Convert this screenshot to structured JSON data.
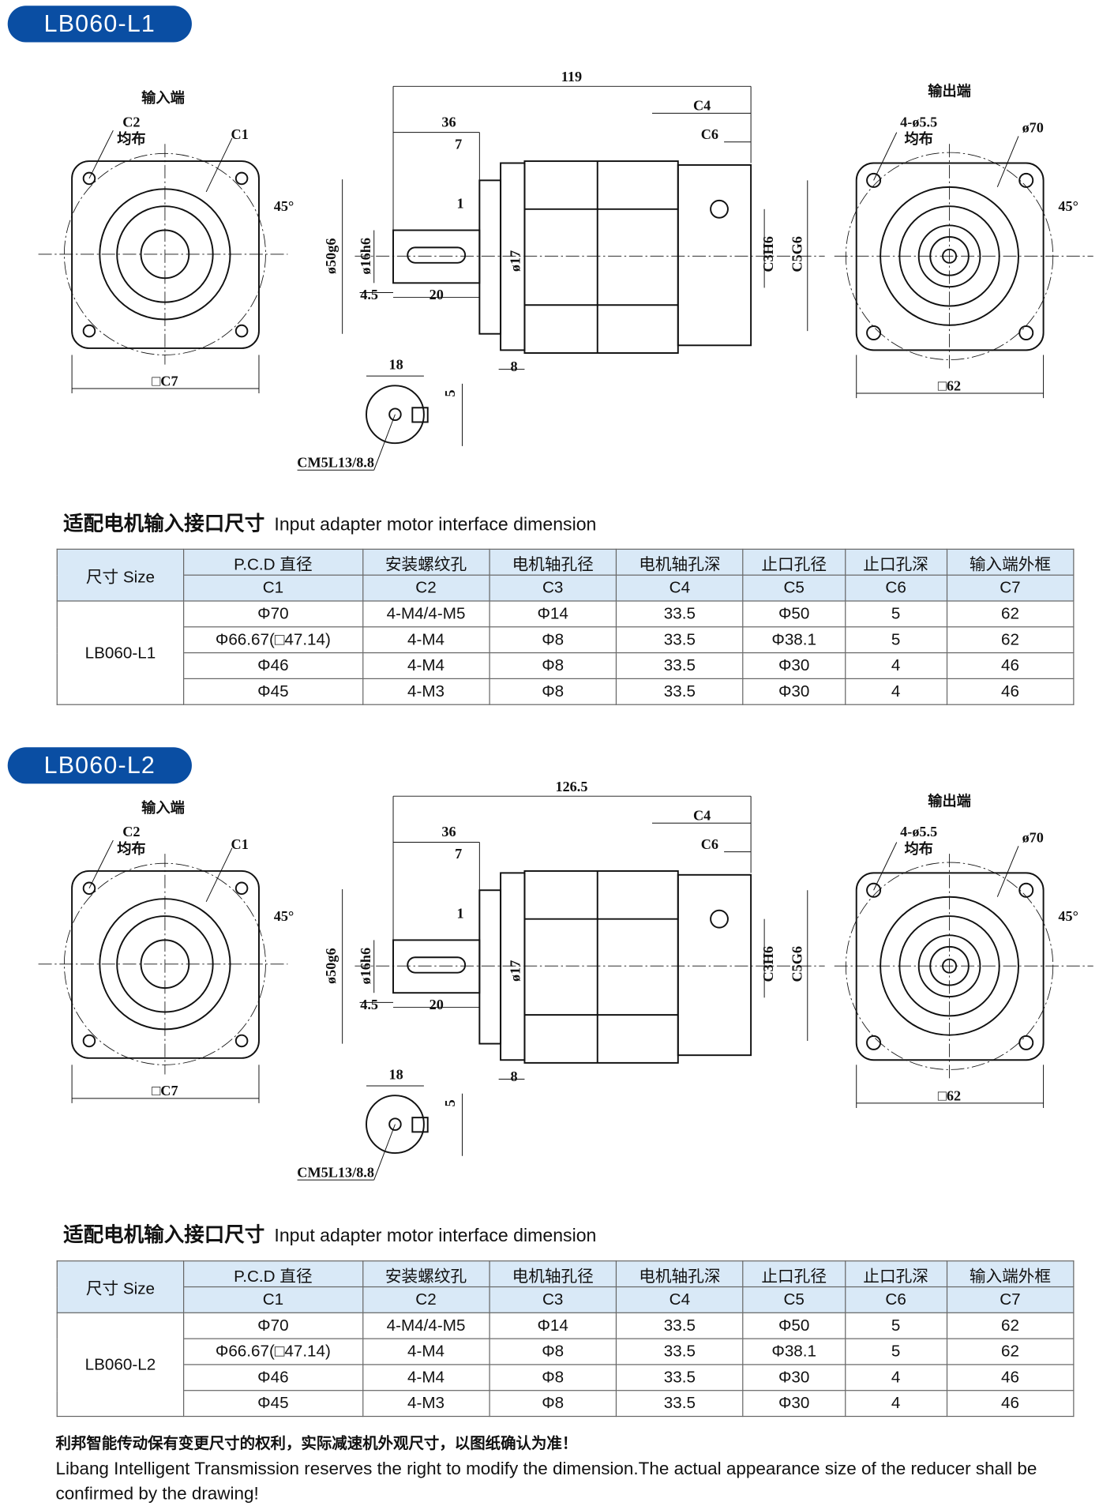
{
  "sections": [
    {
      "model": "LB060-L1",
      "drawing": {
        "input_end": "输入端",
        "output_end": "输出端",
        "c2": "C2",
        "uniform": "均布",
        "c1": "C1",
        "angle": "45°",
        "square_c7": "□C7",
        "total_length": "119",
        "d36": "36",
        "d7": "7",
        "c4": "C4",
        "c6": "C6",
        "d1": "1",
        "phi50": "ø50g6",
        "phi16": "ø16h6",
        "phi17": "ø17",
        "c3h6": "C3H6",
        "c5g6": "C5G6",
        "d4_5": "4.5",
        "d20": "20",
        "d8": "8",
        "d18": "18",
        "d5": "5",
        "thread": "CM5L13/8.8",
        "holes": "4-ø5.5",
        "phi70": "ø70",
        "square62": "□62"
      },
      "title_cn": "适配电机输入接口尺寸",
      "title_en": "Input adapter motor interface dimension",
      "table": {
        "size_label": "尺寸 Size",
        "headers_cn": [
          "P.C.D 直径",
          "安装螺纹孔",
          "电机轴孔径",
          "电机轴孔深",
          "止口孔径",
          "止口孔深",
          "输入端外框"
        ],
        "headers_code": [
          "C1",
          "C2",
          "C3",
          "C4",
          "C5",
          "C6",
          "C7"
        ],
        "rows": [
          [
            "Φ70",
            "4-M4/4-M5",
            "Φ14",
            "33.5",
            "Φ50",
            "5",
            "62"
          ],
          [
            "Φ66.67(□47.14)",
            "4-M4",
            "Φ8",
            "33.5",
            "Φ38.1",
            "5",
            "62"
          ],
          [
            "Φ46",
            "4-M4",
            "Φ8",
            "33.5",
            "Φ30",
            "4",
            "46"
          ],
          [
            "Φ45",
            "4-M3",
            "Φ8",
            "33.5",
            "Φ30",
            "4",
            "46"
          ]
        ]
      }
    },
    {
      "model": "LB060-L2",
      "drawing": {
        "input_end": "输入端",
        "output_end": "输出端",
        "c2": "C2",
        "uniform": "均布",
        "c1": "C1",
        "angle": "45°",
        "square_c7": "□C7",
        "total_length": "126.5",
        "d36": "36",
        "d7": "7",
        "c4": "C4",
        "c6": "C6",
        "d1": "1",
        "phi50": "ø50g6",
        "phi16": "ø16h6",
        "phi17": "ø17",
        "c3h6": "C3H6",
        "c5g6": "C5G6",
        "d4_5": "4.5",
        "d20": "20",
        "d8": "8",
        "d18": "18",
        "d5": "5",
        "thread": "CM5L13/8.8",
        "holes": "4-ø5.5",
        "phi70": "ø70",
        "square62": "□62"
      },
      "title_cn": "适配电机输入接口尺寸",
      "title_en": "Input adapter motor interface dimension",
      "table": {
        "size_label": "尺寸 Size",
        "headers_cn": [
          "P.C.D 直径",
          "安装螺纹孔",
          "电机轴孔径",
          "电机轴孔深",
          "止口孔径",
          "止口孔深",
          "输入端外框"
        ],
        "headers_code": [
          "C1",
          "C2",
          "C3",
          "C4",
          "C5",
          "C6",
          "C7"
        ],
        "rows": [
          [
            "Φ70",
            "4-M4/4-M5",
            "Φ14",
            "33.5",
            "Φ50",
            "5",
            "62"
          ],
          [
            "Φ66.67(□47.14)",
            "4-M4",
            "Φ8",
            "33.5",
            "Φ38.1",
            "5",
            "62"
          ],
          [
            "Φ46",
            "4-M4",
            "Φ8",
            "33.5",
            "Φ30",
            "4",
            "46"
          ],
          [
            "Φ45",
            "4-M3",
            "Φ8",
            "33.5",
            "Φ30",
            "4",
            "46"
          ]
        ]
      }
    }
  ],
  "footer": {
    "cn": "利邦智能传动保有变更尺寸的权利，实际减速机外观尺寸，以图纸确认为准！",
    "en": "Libang Intelligent Transmission reserves the right to modify the dimension.The actual appearance size of the reducer shall be confirmed by the drawing!"
  }
}
